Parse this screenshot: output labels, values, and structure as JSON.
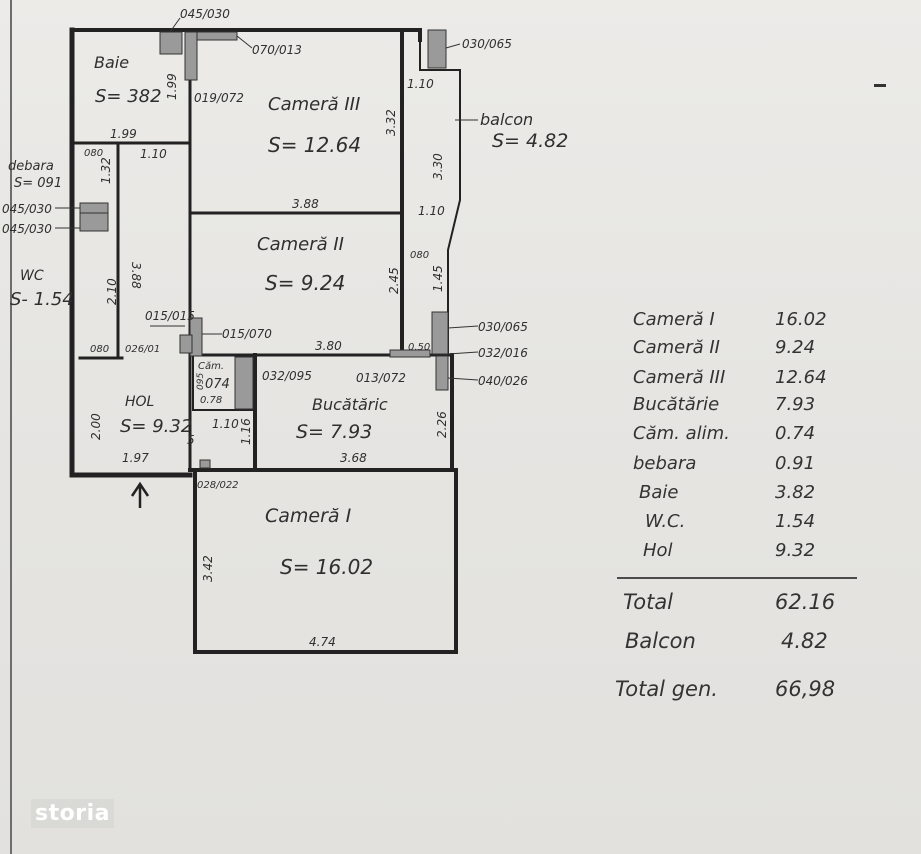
{
  "plan": {
    "rooms": {
      "baie": {
        "name": "Baie",
        "area": "S= 382"
      },
      "camera3": {
        "name": "Cameră III",
        "area": "S= 12.64"
      },
      "camera2": {
        "name": "Cameră II",
        "area": "S= 9.24"
      },
      "camera1": {
        "name": "Cameră I",
        "area": "S= 16.02"
      },
      "debara": {
        "name": "debara",
        "area": "S= 091"
      },
      "wc": {
        "name": "WC",
        "area": "S- 1.54"
      },
      "hol": {
        "name": "HOL",
        "area": "S= 9.32"
      },
      "bucatarie": {
        "name": "Bucătăric",
        "area": "S= 7.93"
      },
      "camara": {
        "name": "Căm.",
        "area": "074"
      },
      "balcon": {
        "name": "balcon",
        "area": "S= 4.82"
      }
    },
    "dimensions": {
      "baie_w": "1.99",
      "baie_h": "1.99",
      "hall_top": "1.10",
      "debara_w": "080",
      "debara_h": "1.32",
      "wc_h": "2.10",
      "wc_w": "080",
      "hall_v": "3.88",
      "cam3_w": "3.88",
      "cam3_h": "3.32",
      "balcon_top": "1.10",
      "balcon_h": "3.30",
      "balcon_mid": "1.10",
      "balcon_low": "080",
      "balcon_v": "1.45",
      "cam2_h": "2.45",
      "cam2_w": "3.80",
      "hol_h": "2.00",
      "hol_w": "1.97",
      "hol_5": "5",
      "camara_w": "0.78",
      "camara_h": "095",
      "hol_b": "1.10",
      "hol_c": "1.16",
      "buc_h": "2.26",
      "buc_w": "3.68",
      "cam1_h": "3.42",
      "cam1_w": "4.74",
      "small_050": "0.50"
    },
    "openings": {
      "o1": "045/030",
      "o2": "070/013",
      "o3": "019/072",
      "o4": "030/065",
      "o5": "045/030",
      "o6": "045/030",
      "o7": "015/015",
      "o8": "015/070",
      "o9": "026/01",
      "o10": "030/065",
      "o11": "032/016",
      "o12": "040/026",
      "o13": "032/095",
      "o14": "013/072",
      "o15": "028/022"
    }
  },
  "summary": {
    "rows": [
      {
        "label": "Cameră I",
        "value": "16.02"
      },
      {
        "label": "Cameră II",
        "value": "9.24"
      },
      {
        "label": "Cameră III",
        "value": "12.64"
      },
      {
        "label": "Bucătărie",
        "value": "7.93"
      },
      {
        "label": "Căm. alim.",
        "value": "0.74"
      },
      {
        "label": "bebara",
        "value": "0.91"
      },
      {
        "label": "Baie",
        "value": "3.82"
      },
      {
        "label": "W.C.",
        "value": "1.54"
      },
      {
        "label": "Hol",
        "value": "9.32"
      }
    ],
    "total_label": "Total",
    "total_value": "62.16",
    "balcon_label": "Balcon",
    "balcon_value": "4.82",
    "grand_label": "Total gen.",
    "grand_value": "66,98"
  },
  "watermark": {
    "text": "storia"
  }
}
